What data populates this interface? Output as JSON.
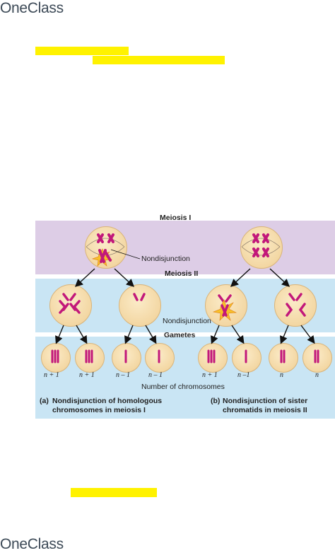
{
  "header": {
    "logo": "OneClass"
  },
  "footer": {
    "logo": "OneClass"
  },
  "figure": {
    "label_meiosis1": "Meiosis I",
    "label_meiosis2": "Meiosis II",
    "label_gametes": "Gametes",
    "label_nondisjunction_a": "Nondisjunction",
    "label_nondisjunction_b": "Nondisjunction",
    "gamete_counts": [
      "n + 1",
      "n + 1",
      "n – 1",
      "n – 1",
      "n + 1",
      "n –1",
      "n",
      "n"
    ],
    "number_of_chromosomes": "Number of chromosomes",
    "caption_a_letter": "(a)",
    "caption_a": "Nondisjunction of homologous chromosomes in meiosis I",
    "caption_b_letter": "(b)",
    "caption_b": "Nondisjunction of sister chromatids in meiosis II",
    "colors": {
      "chromosome": "#c2187a",
      "cell": "#f3d7a3",
      "meiosis1_band": "#ddcde6",
      "meiosis2_band": "#c9e5f4",
      "highlight": "#fff200"
    }
  }
}
